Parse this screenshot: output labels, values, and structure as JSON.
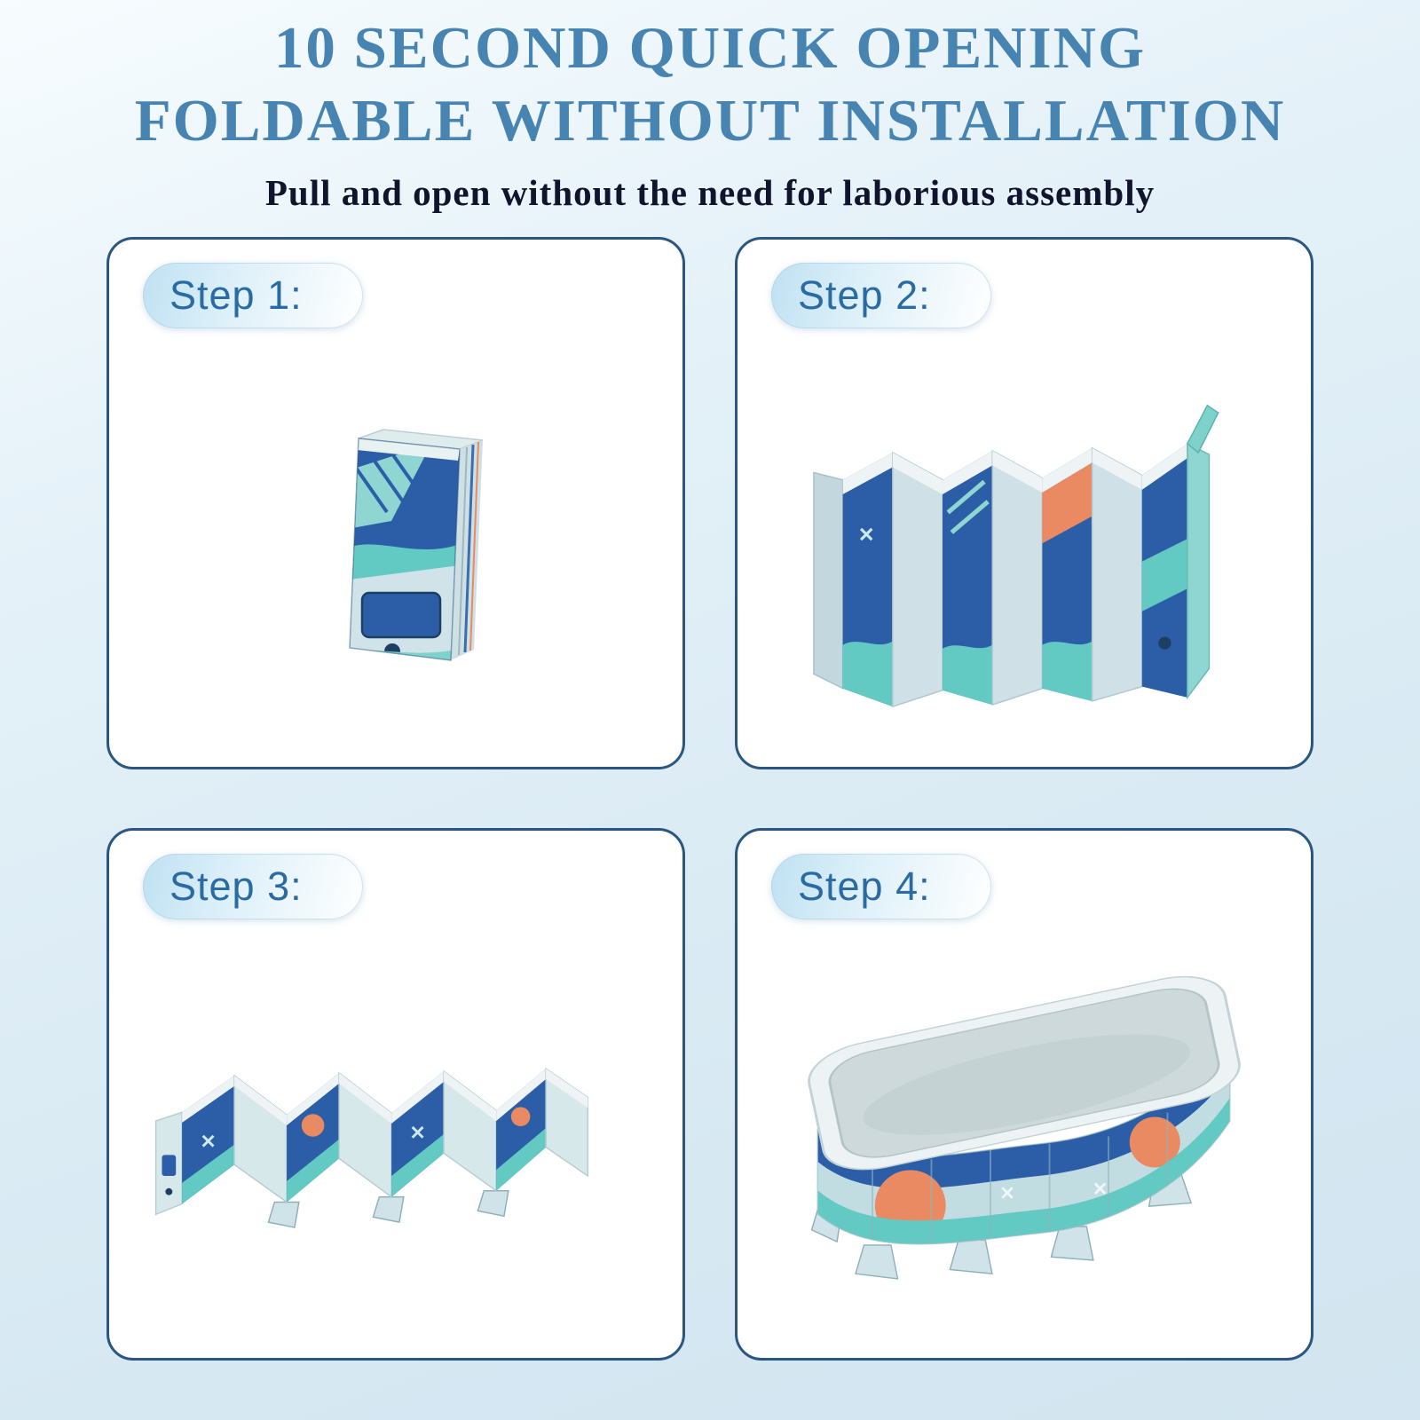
{
  "title": {
    "line1": "10 SECOND QUICK OPENING",
    "line2": "FOLDABLE WITHOUT INSTALLATION"
  },
  "subtitle": "Pull and open without the need for laborious assembly",
  "steps": [
    {
      "label": "Step 1:",
      "illustration": "folded-flat-pack-illustration"
    },
    {
      "label": "Step 2:",
      "illustration": "accordion-partially-opened-illustration"
    },
    {
      "label": "Step 3:",
      "illustration": "accordion-expanded-zigzag-illustration"
    },
    {
      "label": "Step 4:",
      "illustration": "pool-fully-opened-illustration"
    }
  ],
  "colors": {
    "title_blue": "#4784b2",
    "subtitle_navy": "#10142c",
    "card_border": "#2a567f",
    "step_label_blue": "#2a6ba3",
    "pill_gradient_start": "#bfe1f2",
    "pool_deep_blue": "#2b5ea7",
    "pool_teal": "#62c9c3",
    "pool_orange": "#e98a62",
    "pool_pale": "#cfe3e8",
    "background_top": "#f7fcfe",
    "background_bottom": "#d2e5f0"
  }
}
